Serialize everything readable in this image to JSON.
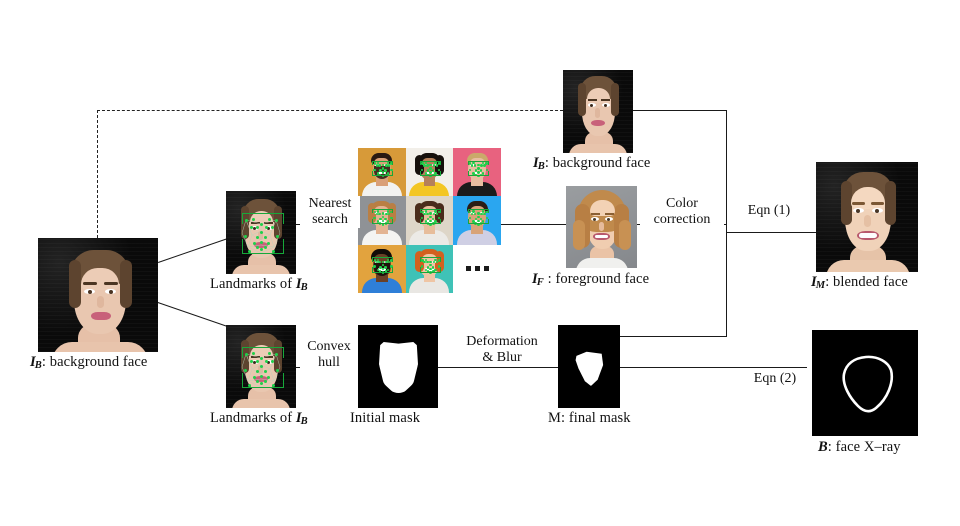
{
  "figure": {
    "type": "pipeline-diagram",
    "title": "Blended face and face X-ray generation pipeline",
    "background_color": "#ffffff",
    "line_color": "#1a1a1a",
    "landmark_color": "#1fd04a"
  },
  "nodes": {
    "background_face_left": {
      "label_prefix": "I",
      "label_sub": "B",
      "label_text": ": background face",
      "full_label": "I_B : background face"
    },
    "landmarks_top": {
      "label_prefix": "Landmarks of ",
      "label_sub": "B",
      "label_italic": "I",
      "full_label": "Landmarks of I_B"
    },
    "landmarks_bottom": {
      "label_prefix": "Landmarks of ",
      "label_sub": "B",
      "label_italic": "I",
      "full_label": "Landmarks of I_B"
    },
    "candidate_grid": {
      "label": "",
      "ellipsis": "...",
      "cells": [
        {
          "bg": "#d79a39",
          "shirt": "#f2f2f0",
          "skin": "#d9a078",
          "hair": "#2a1a12",
          "beard": true
        },
        {
          "bg": "#f2efe9",
          "shirt": "#f3c623",
          "skin": "#b5805a",
          "hair": "#16100c",
          "beard": false
        },
        {
          "bg": "#e8627f",
          "shirt": "#1b1b1b",
          "skin": "#e8bda0",
          "hair": "#caa96a",
          "beard": false
        },
        {
          "bg": "#8f9296",
          "shirt": "#f4f4f2",
          "skin": "#e3b492",
          "hair": "#b97f44",
          "beard": false
        },
        {
          "bg": "#ded6c8",
          "shirt": "#eceae6",
          "skin": "#e7bd9b",
          "hair": "#4a2c1b",
          "beard": false
        },
        {
          "bg": "#2aa6f0",
          "shirt": "#cfcfe4",
          "skin": "#d8a379",
          "hair": "#2b1d14",
          "beard": false
        },
        {
          "bg": "#e2a33e",
          "shirt": "#2f7fd8",
          "skin": "#6a4026",
          "hair": "#120c08",
          "beard": true
        },
        {
          "bg": "#3fc2b7",
          "shirt": "#e9e7e3",
          "skin": "#efc5a4",
          "hair": "#d2611f",
          "beard": false
        },
        {
          "bg": "#ffffff",
          "shirt": "#ffffff",
          "skin": "#ffffff",
          "hair": "#ffffff",
          "beard": false
        }
      ]
    },
    "background_face_top": {
      "label_prefix": "I",
      "label_sub": "B",
      "label_text": ": background face",
      "full_label": "I_B : background face"
    },
    "foreground_face": {
      "label_prefix": "I",
      "label_sub": "F",
      "label_text": " : foreground face",
      "full_label": "I_F : foreground face"
    },
    "blended_face": {
      "label_prefix": "I",
      "label_sub": "M",
      "label_text": ": blended face",
      "full_label": "I_M : blended face"
    },
    "initial_mask": {
      "label": "Initial mask"
    },
    "final_mask": {
      "label": "M: final mask"
    },
    "face_xray": {
      "label_prefix": "B",
      "label_text": ": face X–ray",
      "full_label": "B : face X-ray"
    }
  },
  "operations": {
    "nearest_search": {
      "line1": "Nearest",
      "line2": "search"
    },
    "color_correction": {
      "line1": "Color",
      "line2": "correction"
    },
    "eqn1": {
      "text": "Eqn (1)"
    },
    "convex_hull": {
      "line1": "Convex",
      "line2": "hull"
    },
    "deformation_blur": {
      "line1": "Deformation",
      "line2": "& Blur"
    },
    "eqn2": {
      "text": "Eqn (2)"
    }
  }
}
